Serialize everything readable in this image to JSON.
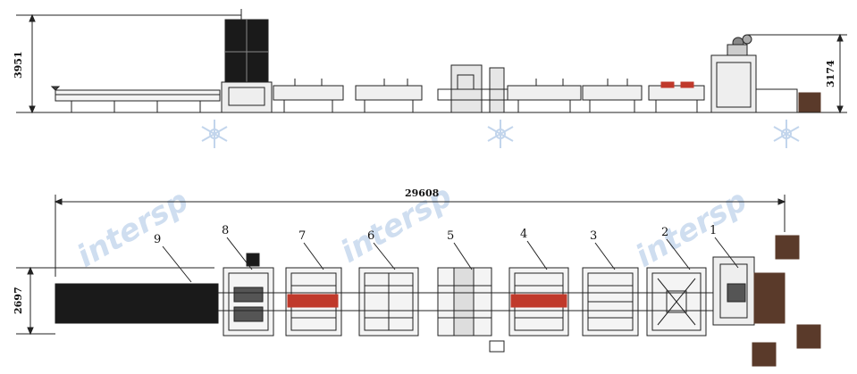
{
  "dimensions": {
    "left_height": "3951",
    "right_height": "3174",
    "total_length": "29608",
    "width": "2697"
  },
  "callouts": [
    "1",
    "2",
    "3",
    "4",
    "5",
    "6",
    "7",
    "8",
    "9"
  ],
  "watermark": "intersp",
  "colors": {
    "line": "#222222",
    "dark_fill": "#1a1a1a",
    "red_module": "#c0392b",
    "pallet": "#5a3a2a",
    "watermark": "#a9c4e4"
  }
}
